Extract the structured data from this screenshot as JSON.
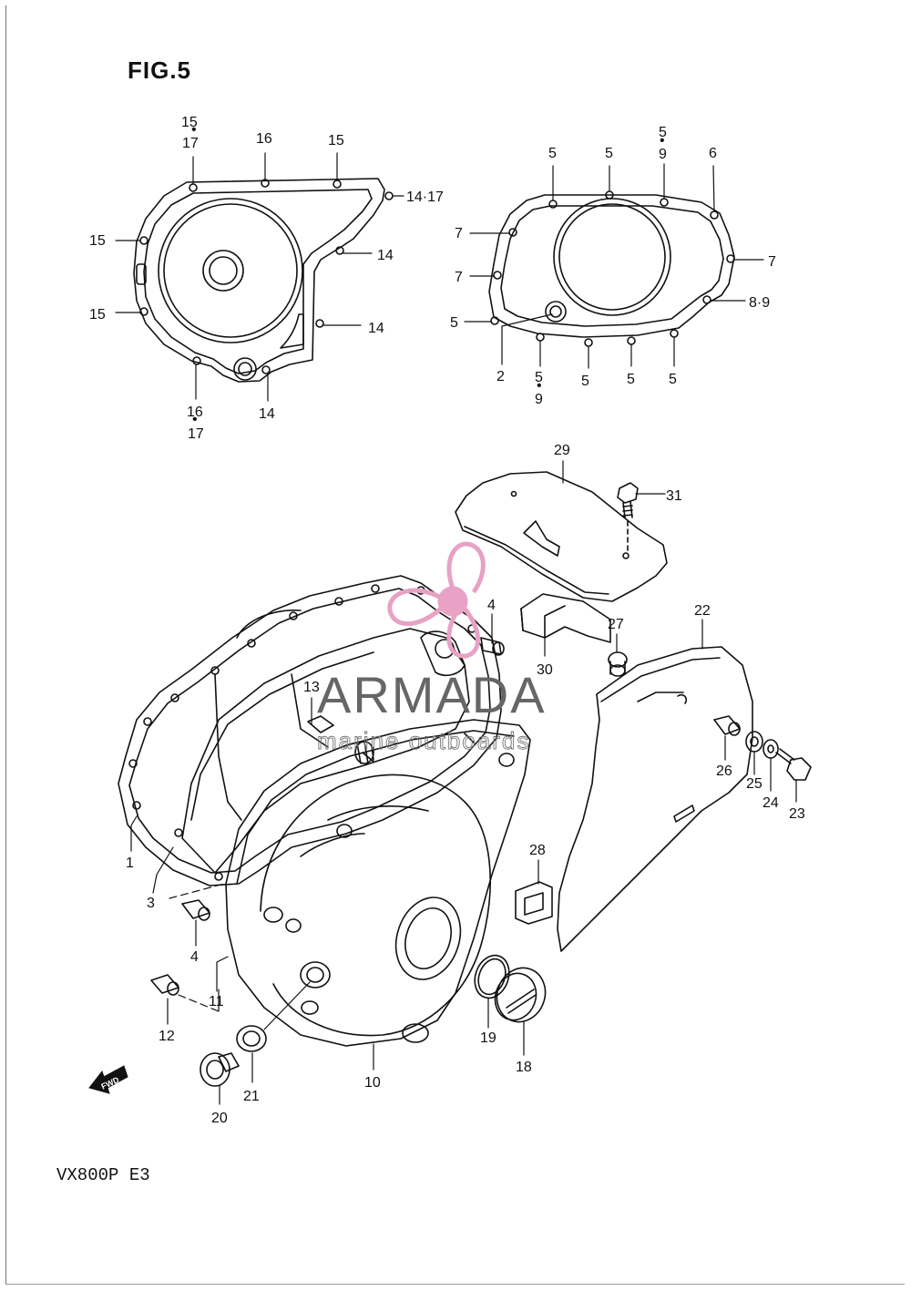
{
  "figure": {
    "title": "FIG.5",
    "model": "VX800P  E3"
  },
  "watermark": {
    "brand": "ARMADA",
    "tagline": "marine outboards",
    "color": "#e7a2c6"
  },
  "arrow": {
    "label": "FWD"
  },
  "callouts": {
    "gen_top_left": [
      "15",
      "17"
    ],
    "gen_top_mid": "16",
    "gen_top_right": "15",
    "gen_right_top": "14·17",
    "gen_right_mid": "14",
    "gen_right_low": "14",
    "gen_left_top": "15",
    "gen_left_low": "15",
    "gen_bottom_left": [
      "16",
      "17"
    ],
    "gen_bottom_right": "14",
    "clutch_top_1": "5",
    "clutch_top_2": "5",
    "clutch_top_3": [
      "5",
      "9"
    ],
    "clutch_top_4": "6",
    "clutch_left_1": "7",
    "clutch_left_2": "7",
    "clutch_left_3": "5",
    "clutch_right_1": "7",
    "clutch_right_2": "8·9",
    "clutch_bottom_plug": "2",
    "clutch_bottom_1": [
      "5",
      "9"
    ],
    "clutch_bottom_2": "5",
    "clutch_bottom_3": "5",
    "clutch_bottom_4": "5",
    "part_29": "29",
    "part_31": "31",
    "part_4_top": "4",
    "part_30": "30",
    "part_27": "27",
    "part_22": "22",
    "part_13": "13",
    "part_26": "26",
    "part_25": "25",
    "part_24": "24",
    "part_23": "23",
    "part_1": "1",
    "part_3": "3",
    "part_4_low": "4",
    "part_28": "28",
    "part_11": "11",
    "part_12": "12",
    "part_19": "19",
    "part_18": "18",
    "part_21": "21",
    "part_10": "10",
    "part_20": "20"
  }
}
